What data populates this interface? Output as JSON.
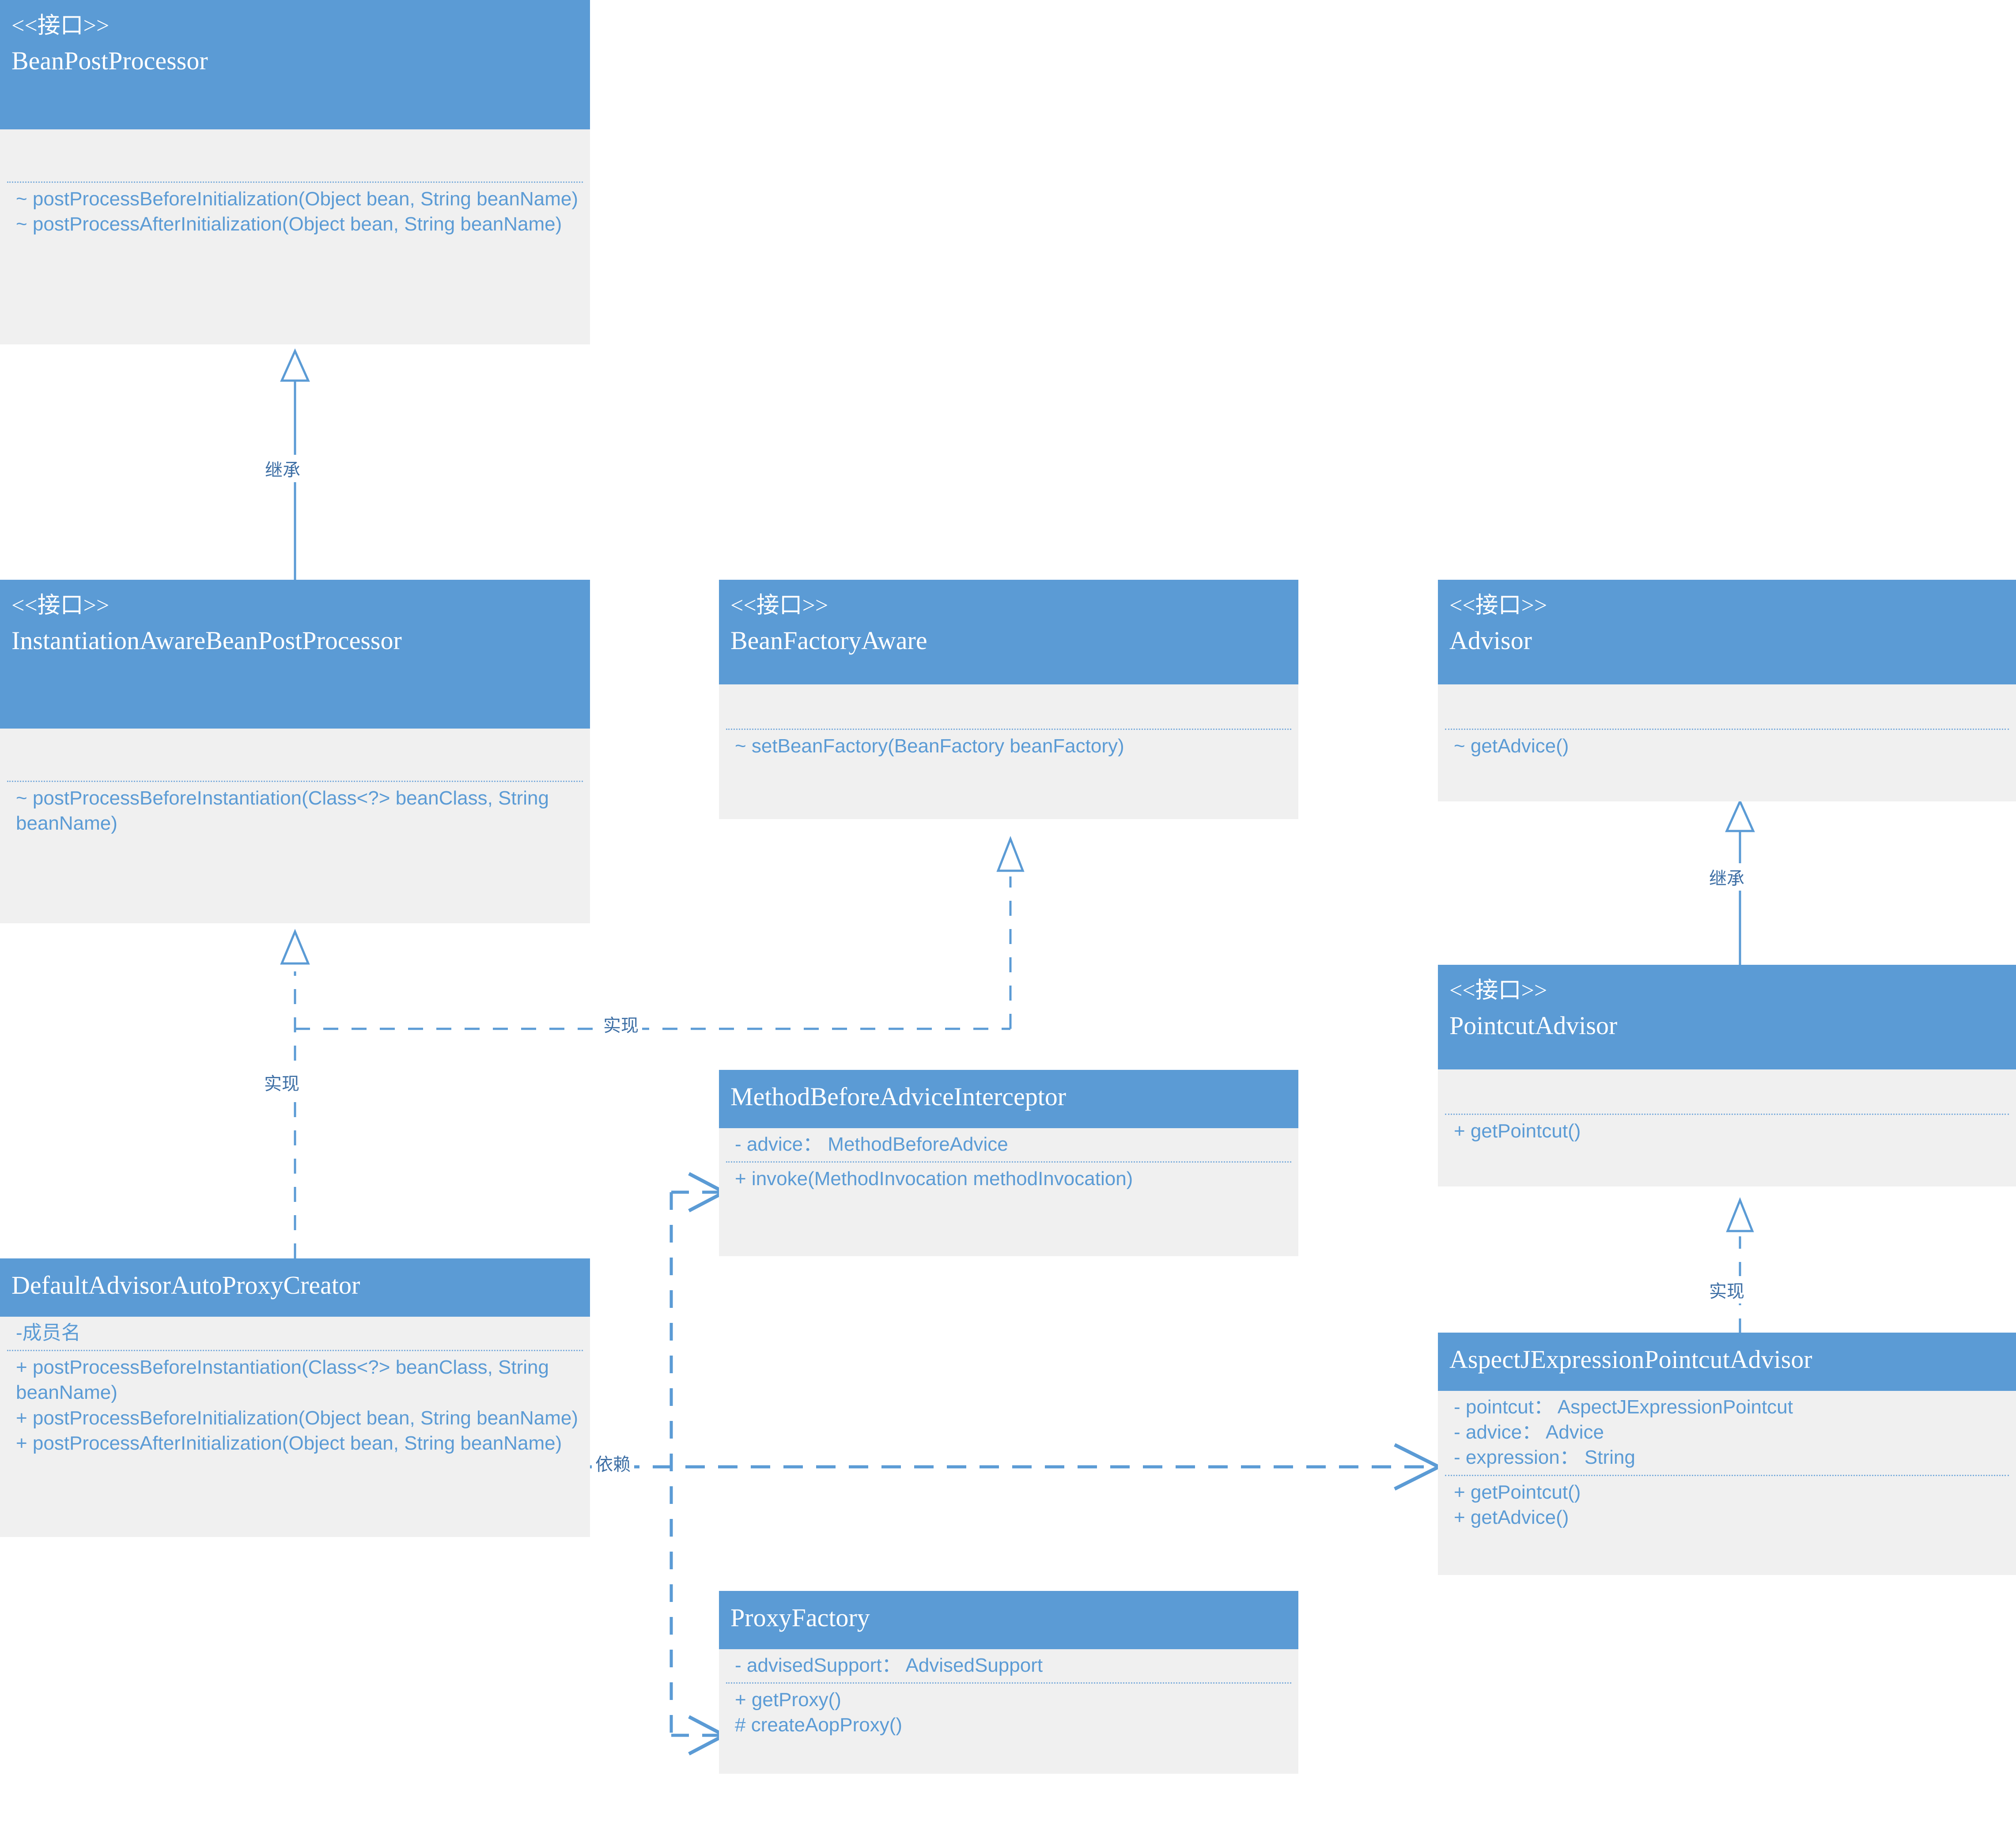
{
  "diagram": {
    "type": "uml-class-diagram",
    "colors": {
      "header_fill": "#5B9BD5",
      "body_fill": "#F0F0F0",
      "text_blue": "#5B9BD5",
      "line_blue": "#5B9BD5",
      "label_blue": "#3E6FA5",
      "header_text": "#FFFFFF"
    },
    "stereotype_interface": "<<接口>>"
  },
  "classes": {
    "bean_post_processor": {
      "stereotype": "<<接口>>",
      "name": "BeanPostProcessor",
      "attributes": [],
      "methods": [
        "~ postProcessBeforeInitialization(Object bean, String beanName)",
        "~ postProcessAfterInitialization(Object bean, String beanName)"
      ]
    },
    "instantiation_aware_bean_post_processor": {
      "stereotype": "<<接口>>",
      "name": "InstantiationAwareBeanPostProcessor",
      "attributes": [],
      "methods": [
        "~ postProcessBeforeInstantiation(Class<?> beanClass, String beanName)"
      ]
    },
    "bean_factory_aware": {
      "stereotype": "<<接口>>",
      "name": "BeanFactoryAware",
      "attributes": [],
      "methods": [
        "~ setBeanFactory(BeanFactory beanFactory)"
      ]
    },
    "advisor": {
      "stereotype": "<<接口>>",
      "name": "Advisor",
      "attributes": [],
      "methods": [
        "~ getAdvice()"
      ]
    },
    "pointcut_advisor": {
      "stereotype": "<<接口>>",
      "name": "PointcutAdvisor",
      "attributes": [],
      "methods": [
        "+ getPointcut()"
      ]
    },
    "aspectj_expression_pointcut_advisor": {
      "stereotype": "",
      "name": "AspectJExpressionPointcutAdvisor",
      "attributes": [
        "- pointcut： AspectJExpressionPointcut",
        "- advice： Advice",
        "- expression： String"
      ],
      "methods": [
        "+ getPointcut()",
        "+ getAdvice()"
      ]
    },
    "method_before_advice_interceptor": {
      "stereotype": "",
      "name": "MethodBeforeAdviceInterceptor",
      "attributes": [
        "- advice： MethodBeforeAdvice"
      ],
      "methods": [
        "+ invoke(MethodInvocation methodInvocation)"
      ]
    },
    "proxy_factory": {
      "stereotype": "",
      "name": "ProxyFactory",
      "attributes": [
        "- advisedSupport： AdvisedSupport"
      ],
      "methods": [
        "+ getProxy()",
        "# createAopProxy()"
      ]
    },
    "default_advisor_auto_proxy_creator": {
      "stereotype": "",
      "name": "DefaultAdvisorAutoProxyCreator",
      "attributes": [
        "-成员名"
      ],
      "methods": [
        "+ postProcessBeforeInstantiation(Class<?> beanClass, String beanName)",
        "+ postProcessBeforeInitialization(Object bean, String beanName)",
        "+ postProcessAfterInitialization(Object bean, String beanName)"
      ]
    }
  },
  "relationships": [
    {
      "id": "rel-inherit-bpp",
      "label": "继承",
      "kind": "inheritance",
      "from": "InstantiationAwareBeanPostProcessor",
      "to": "BeanPostProcessor"
    },
    {
      "id": "rel-inherit-advisor",
      "label": "继承",
      "kind": "inheritance",
      "from": "PointcutAdvisor",
      "to": "Advisor"
    },
    {
      "id": "rel-realize-iabpp",
      "label": "实现",
      "kind": "realization",
      "from": "DefaultAdvisorAutoProxyCreator",
      "to": "InstantiationAwareBeanPostProcessor"
    },
    {
      "id": "rel-realize-bfa",
      "label": "实现",
      "kind": "realization",
      "from": "DefaultAdvisorAutoProxyCreator",
      "to": "BeanFactoryAware"
    },
    {
      "id": "rel-realize-pca",
      "label": "实现",
      "kind": "realization",
      "from": "AspectJExpressionPointcutAdvisor",
      "to": "PointcutAdvisor"
    },
    {
      "id": "rel-depend",
      "label": "依赖",
      "kind": "dependency",
      "from": "DefaultAdvisorAutoProxyCreator",
      "to": "AspectJExpressionPointcutAdvisor / MethodBeforeAdviceInterceptor / ProxyFactory"
    }
  ]
}
